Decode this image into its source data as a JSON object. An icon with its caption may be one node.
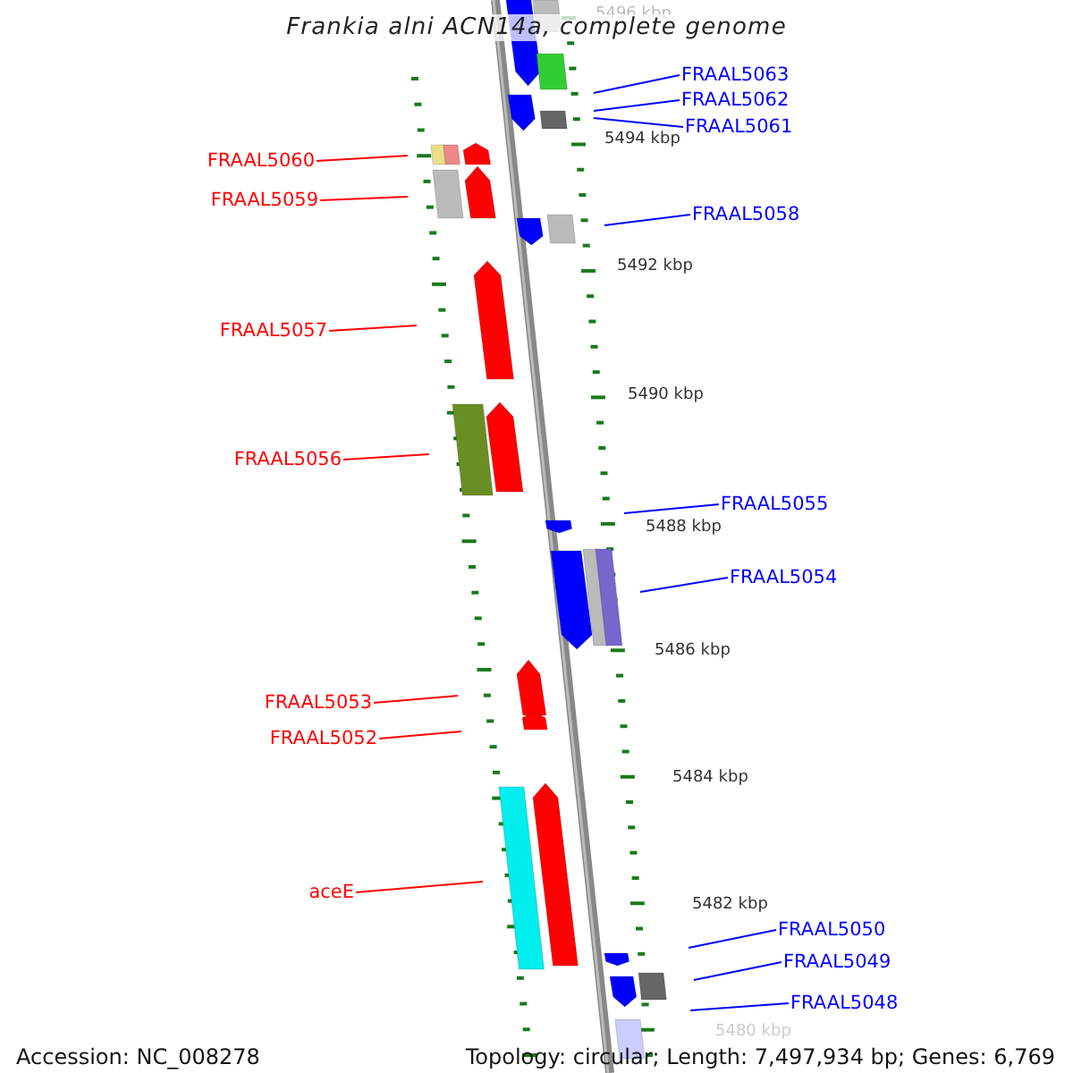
{
  "diagram": {
    "title": "Frankia alni ACN14a, complete genome",
    "nodes": [
      {
        "text": [
          "FRAAL5063"
        ]
      },
      {
        "text": [
          "FRAAL5062"
        ]
      },
      {
        "text": [
          "FRAAL5061"
        ]
      },
      {
        "text": [
          "FRAAL5060"
        ]
      },
      {
        "text": [
          "FRAAL5059"
        ]
      },
      {
        "text": [
          "FRAAL5058"
        ]
      },
      {
        "text": [
          "FRAAL5057"
        ]
      },
      {
        "text": [
          "FRAAL5056"
        ]
      },
      {
        "text": [
          "FRAAL5055"
        ]
      },
      {
        "text": [
          "FRAAL5054"
        ]
      },
      {
        "text": [
          "FRAAL5053"
        ]
      },
      {
        "text": [
          "FRAAL5052"
        ]
      },
      {
        "text": [
          "aceE"
        ]
      },
      {
        "text": [
          "FRAAL5050"
        ]
      },
      {
        "text": [
          "FRAAL5049"
        ]
      },
      {
        "text": [
          "FRAAL5048"
        ]
      }
    ],
    "edges": [
      {
        "from": 0,
        "to": null,
        "arrow": "none"
      },
      {
        "from": 1,
        "to": null,
        "arrow": "none"
      },
      {
        "from": 2,
        "to": null,
        "arrow": "none"
      },
      {
        "from": 3,
        "to": null,
        "arrow": "none",
        "color": "#ff0000"
      },
      {
        "from": 4,
        "to": null,
        "arrow": "none",
        "color": "#ff0000"
      },
      {
        "from": 5,
        "to": null,
        "arrow": "none"
      },
      {
        "from": 6,
        "to": null,
        "arrow": "none",
        "color": "#ff0000"
      },
      {
        "from": 7,
        "to": null,
        "arrow": "none",
        "color": "#ff0000"
      },
      {
        "from": 8,
        "to": null,
        "arrow": "none"
      },
      {
        "from": 9,
        "to": null,
        "arrow": "none"
      },
      {
        "from": 10,
        "to": null,
        "arrow": "none",
        "color": "#ff0000"
      },
      {
        "from": 11,
        "to": null,
        "arrow": "none",
        "color": "#ff0000"
      },
      {
        "from": 12,
        "to": null,
        "arrow": "none",
        "color": "#ff0000"
      },
      {
        "from": 13,
        "to": null,
        "arrow": "none"
      },
      {
        "from": 14,
        "to": null,
        "arrow": "none"
      },
      {
        "from": 15,
        "to": null,
        "arrow": "none"
      }
    ],
    "labels": [
      "5496 kbp",
      "5494 kbp",
      "5492 kbp",
      "5490 kbp",
      "5488 kbp",
      "5486 kbp",
      "5484 kbp",
      "5482 kbp",
      "5480 kbp",
      "Accession: NC_008278",
      "Topology: circular; Length: 7,497,934 bp; Genes: 6,769"
    ]
  }
}
